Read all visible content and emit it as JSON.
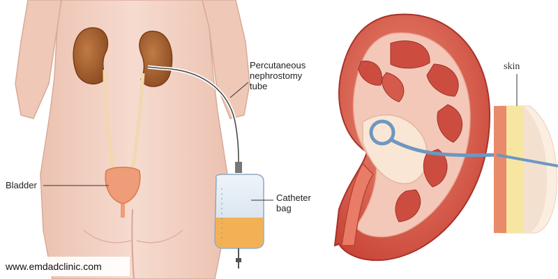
{
  "labels": {
    "tube_line1": "Percutaneous",
    "tube_line2": "nephrostomy",
    "tube_line3": "tube",
    "bladder": "Bladder",
    "bag_line1": "Catheter",
    "bag_line2": "bag",
    "skin": "skin"
  },
  "watermark": "www.emdadclinic.com",
  "colors": {
    "body_skin": "#f3d3c6",
    "kidney_brown": "#a25b2a",
    "bladder": "#ef9c78",
    "urine": "#f2b155",
    "kidney_red": "#cf4a3c",
    "tube_blue": "#5f8fbd"
  }
}
